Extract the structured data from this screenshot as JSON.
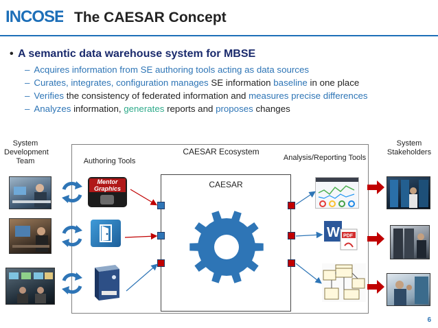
{
  "header": {
    "logo_text": "INCOSE",
    "title": "The CAESAR Concept"
  },
  "bullets": {
    "main": "A semantic data warehouse system for MBSE",
    "items": [
      {
        "parts": [
          {
            "t": "Acquires",
            "c": "blue"
          },
          {
            "t": " information from SE authoring tools acting as data sources",
            "c": "blue"
          }
        ]
      },
      {
        "parts": [
          {
            "t": "Curates, integrates, configuration manages",
            "c": "blue"
          },
          {
            "t": " SE information ",
            "c": "black"
          },
          {
            "t": "baseline",
            "c": "blue"
          },
          {
            "t": " in one place",
            "c": "black"
          }
        ]
      },
      {
        "parts": [
          {
            "t": "Verifies",
            "c": "blue"
          },
          {
            "t": " the consistency of federated information and ",
            "c": "black"
          },
          {
            "t": "measures precise differences",
            "c": "blue"
          }
        ]
      },
      {
        "parts": [
          {
            "t": "Analyzes",
            "c": "blue"
          },
          {
            "t": " information, ",
            "c": "black"
          },
          {
            "t": "generates",
            "c": "green"
          },
          {
            "t": " reports and ",
            "c": "black"
          },
          {
            "t": "proposes",
            "c": "blue"
          },
          {
            "t": " changes",
            "c": "black"
          }
        ]
      }
    ]
  },
  "diagram": {
    "team_label_line1": "System",
    "team_label_line2": "Development",
    "team_label_line3": "Team",
    "authoring_label": "Authoring Tools",
    "ecosystem_label": "CAESAR Ecosystem",
    "analysis_label": "Analysis/Reporting Tools",
    "stakeholders_line1": "System",
    "stakeholders_line2": "Stakeholders",
    "caesar_label": "CAESAR",
    "tool1_logo_line1": "Mentor",
    "tool1_logo_line2": "Graphics"
  },
  "colors": {
    "accent_blue": "#2e75b6",
    "title_navy": "#1a2a6c",
    "gear_blue": "#2e75b6",
    "port_red": "#c00000",
    "arrow_red": "#c00000"
  },
  "footer": {
    "page_number": "6"
  }
}
